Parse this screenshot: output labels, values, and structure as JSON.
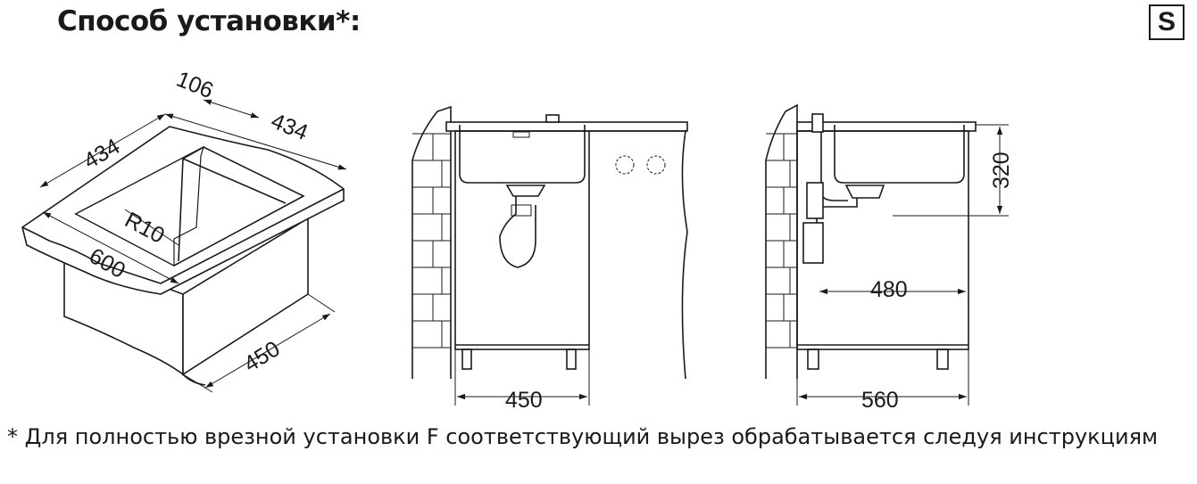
{
  "header": {
    "title": "Способ установки*:",
    "badge": "S"
  },
  "isometric": {
    "dim_top": "106",
    "dim_left": "434",
    "dim_right": "434",
    "dim_radius": "R10",
    "dim_width": "600",
    "dim_depth": "450"
  },
  "front_view": {
    "dim_width": "450"
  },
  "side_view": {
    "dim_height": "320",
    "dim_drain": "480",
    "dim_width": "560"
  },
  "footnote": "* Для полностью врезной установки F соответствующий вырез обрабатывается следуя инструкциям"
}
